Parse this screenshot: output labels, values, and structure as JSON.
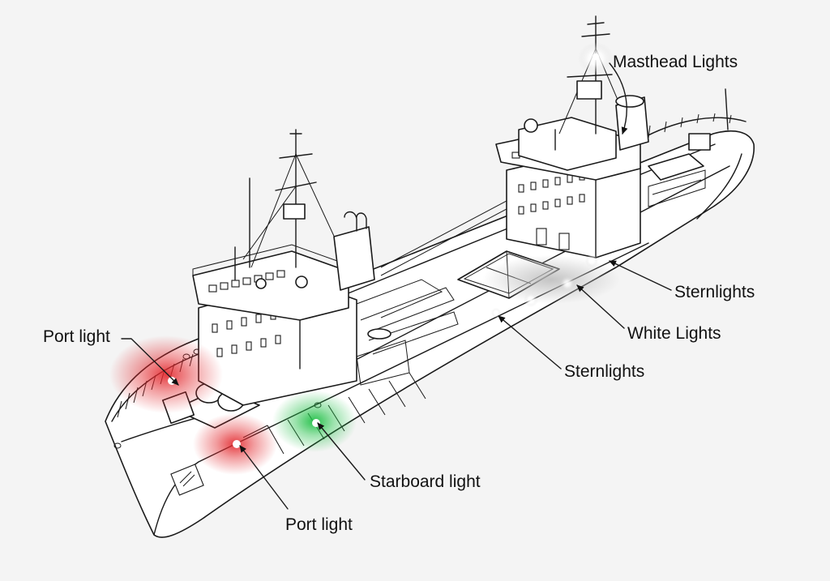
{
  "diagram": {
    "colors": {
      "background": "#f4f4f4",
      "port_light": "#e2262b",
      "starboard_light": "#1fbf45",
      "white_light": "#ffffff",
      "line": "#1a1a1a"
    },
    "labels": {
      "masthead_lights": "Masthead Lights",
      "sternlights_upper": "Sternlights",
      "white_lights": "White Lights",
      "sternlights_lower": "Sternlights",
      "port_light_upper": "Port light",
      "starboard_light": "Starboard light",
      "port_light_lower": "Port light"
    }
  }
}
